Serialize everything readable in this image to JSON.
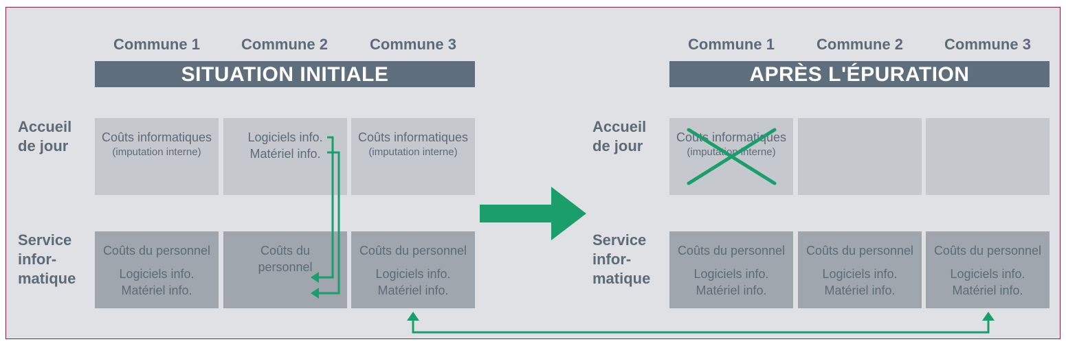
{
  "colors": {
    "accent_green": "#1a9e6c",
    "banner": "#5e6e7c",
    "text": "#5d6a78",
    "frame": "#8b1f3f"
  },
  "left": {
    "communes": [
      "Commune 1",
      "Commune 2",
      "Commune 3"
    ],
    "title": "SITUATION INITIALE",
    "rows": {
      "accueil": {
        "label": [
          "Accueil",
          "de jour"
        ],
        "cells": [
          {
            "lines": [
              "Coûts informatiques"
            ],
            "sub": [
              "(imputation interne)"
            ]
          },
          {
            "lines": [
              "Logiciels info.",
              "Matériel info."
            ],
            "sub": []
          },
          {
            "lines": [
              "Coûts informatiques"
            ],
            "sub": [
              "(imputation interne)"
            ]
          }
        ]
      },
      "service": {
        "label": [
          "Service",
          "infor-",
          "matique"
        ],
        "cells": [
          {
            "lines": [
              "Coûts du personnel"
            ],
            "lines2": [
              "Logiciels info.",
              "Matériel info."
            ]
          },
          {
            "lines": [
              "Coûts du"
            ],
            "lines2": [
              "personnel"
            ]
          },
          {
            "lines": [
              "Coûts du personnel"
            ],
            "lines2": [
              "Logiciels info.",
              "Matériel info."
            ]
          }
        ]
      }
    }
  },
  "right": {
    "communes": [
      "Commune 1",
      "Commune 2",
      "Commune 3"
    ],
    "title": "APRÈS L'ÉPURATION",
    "rows": {
      "accueil": {
        "label": [
          "Accueil",
          "de jour"
        ],
        "cells": [
          {
            "lines": [
              "Coûts informatiques"
            ],
            "sub": [
              "(imputation interne)"
            ]
          }
        ]
      },
      "service": {
        "label": [
          "Service",
          "infor-",
          "matique"
        ],
        "cells": [
          {
            "lines": [
              "Coûts du personnel"
            ],
            "lines2": [
              "Logiciels info.",
              "Matériel info."
            ]
          },
          {
            "lines": [
              "Coûts du personnel"
            ],
            "lines2": [
              "Logiciels info.",
              "Matériel info."
            ]
          },
          {
            "lines": [
              "Coûts du personnel"
            ],
            "lines2": [
              "Logiciels info.",
              "Matériel info."
            ]
          }
        ]
      }
    }
  }
}
